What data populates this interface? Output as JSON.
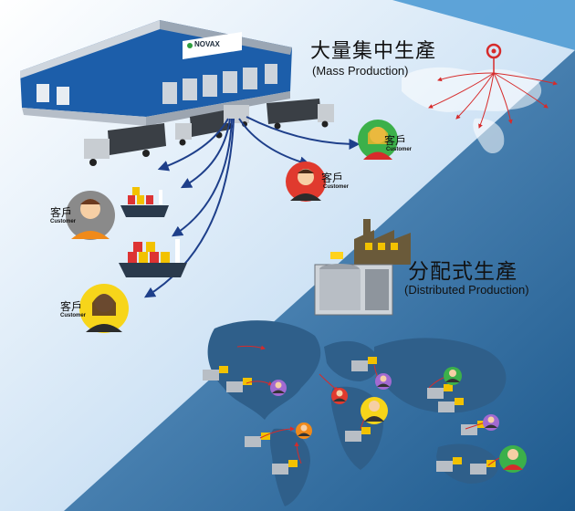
{
  "mass_production": {
    "title_zh": "大量集中生產",
    "title_en": "(Mass Production)"
  },
  "distributed_production": {
    "title_zh": "分配式生產",
    "title_en": "(Distributed Production)"
  },
  "warehouse": {
    "logo": "NOVAX"
  },
  "customers": [
    {
      "label_zh": "客戶",
      "label_en": "Customer"
    },
    {
      "label_zh": "客戶",
      "label_en": "Customer"
    },
    {
      "label_zh": "客戶",
      "label_en": "Customer"
    },
    {
      "label_zh": "客戶",
      "label_en": "Customer"
    }
  ],
  "colors": {
    "navy": "#1e3f8a",
    "map_dark": "#2f5f8a",
    "sky": "#5aa9dc",
    "bg_light": "#dfeaf6"
  }
}
